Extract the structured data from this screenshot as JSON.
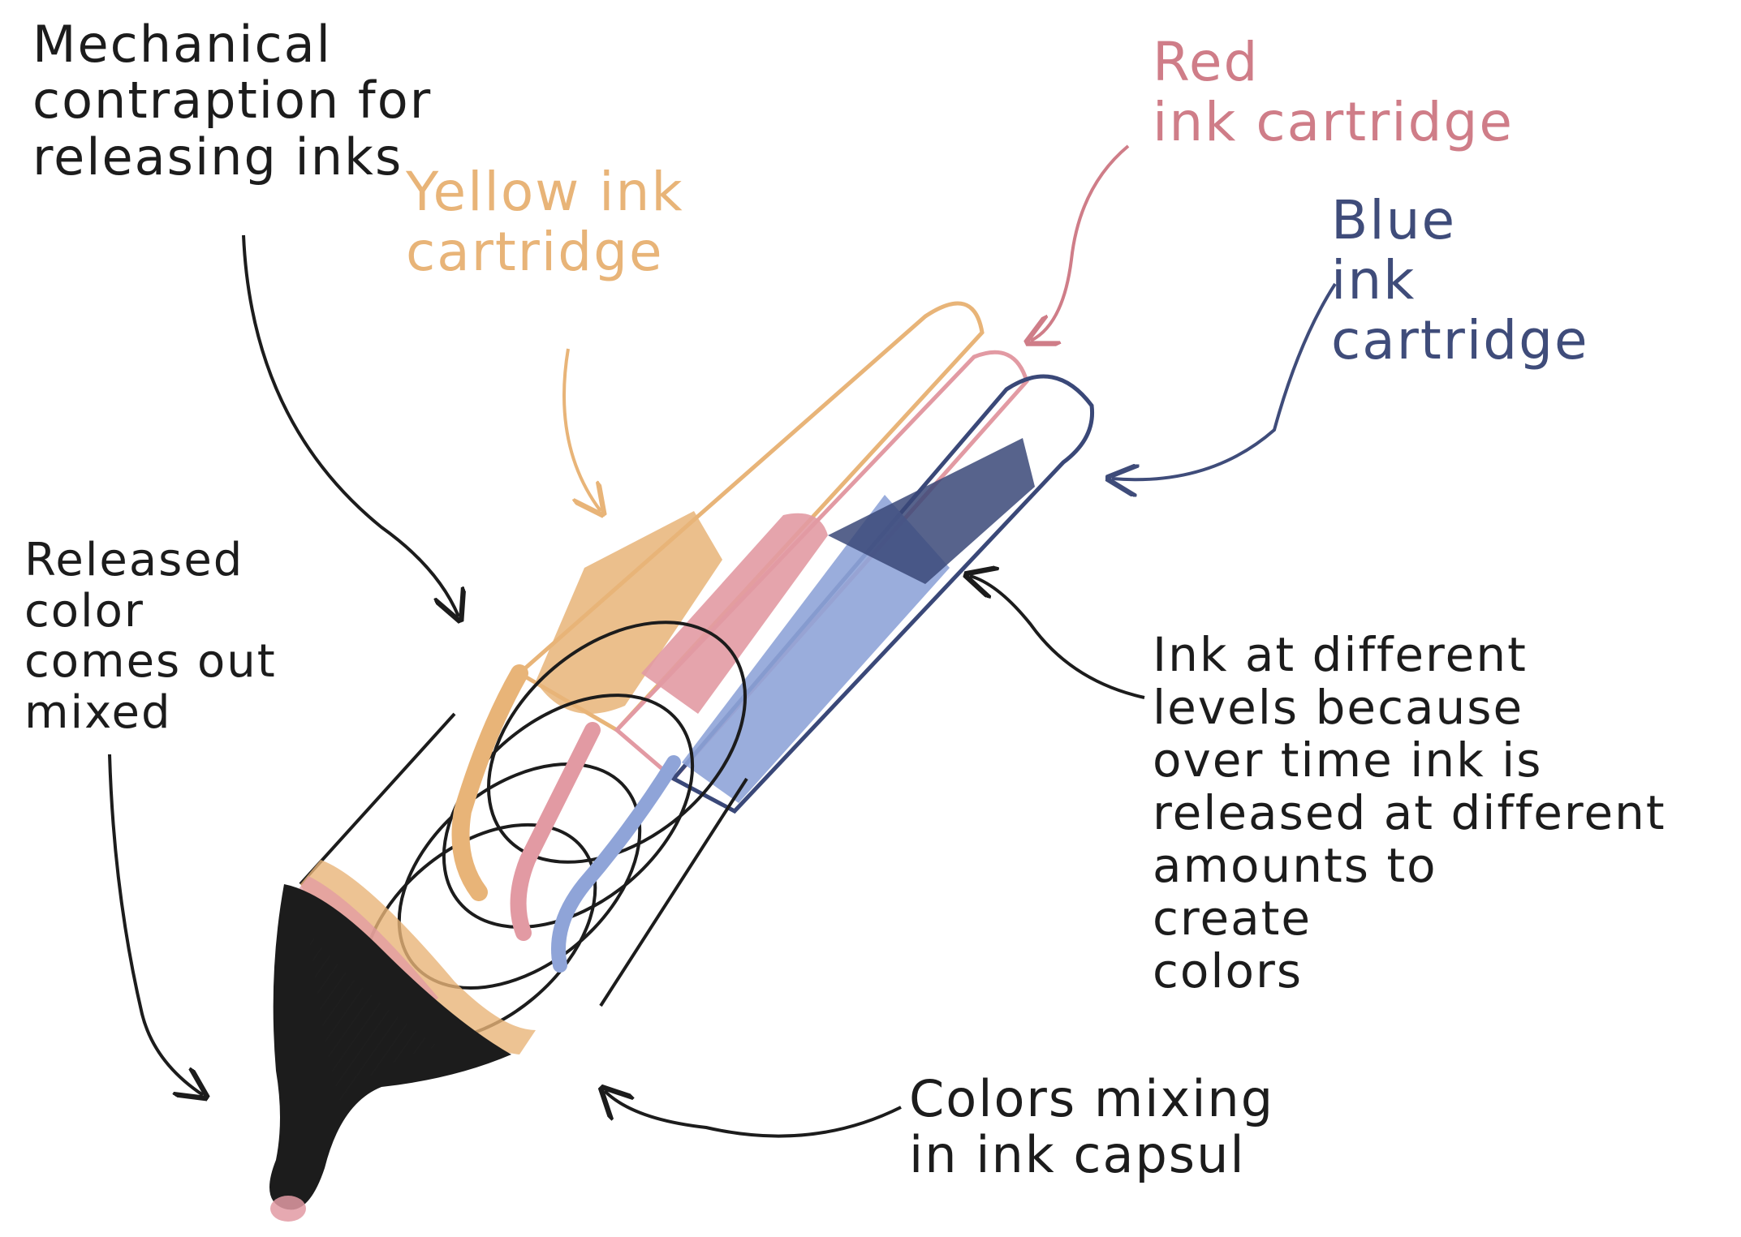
{
  "labels": {
    "mechanical": "Mechanical\ncontraption for\nreleasing inks",
    "yellow": "Yellow ink\ncartridge",
    "red": "Red\nink cartridge",
    "blue": "Blue\nink\ncartridge",
    "released": "Released\ncolor\ncomes out\nmixed",
    "levels": "Ink at different\nlevels because\nover time ink is\nreleased at different\namounts to\ncreate\ncolors",
    "mixing": "Colors mixing\nin ink capsul"
  },
  "colors": {
    "yellow_ink": "#e8b478",
    "red_ink": "#e29aa3",
    "blue_ink": "#8fa4d8",
    "dark_blue_ink": "#3a4878",
    "black_ink": "#1c1c1c"
  }
}
